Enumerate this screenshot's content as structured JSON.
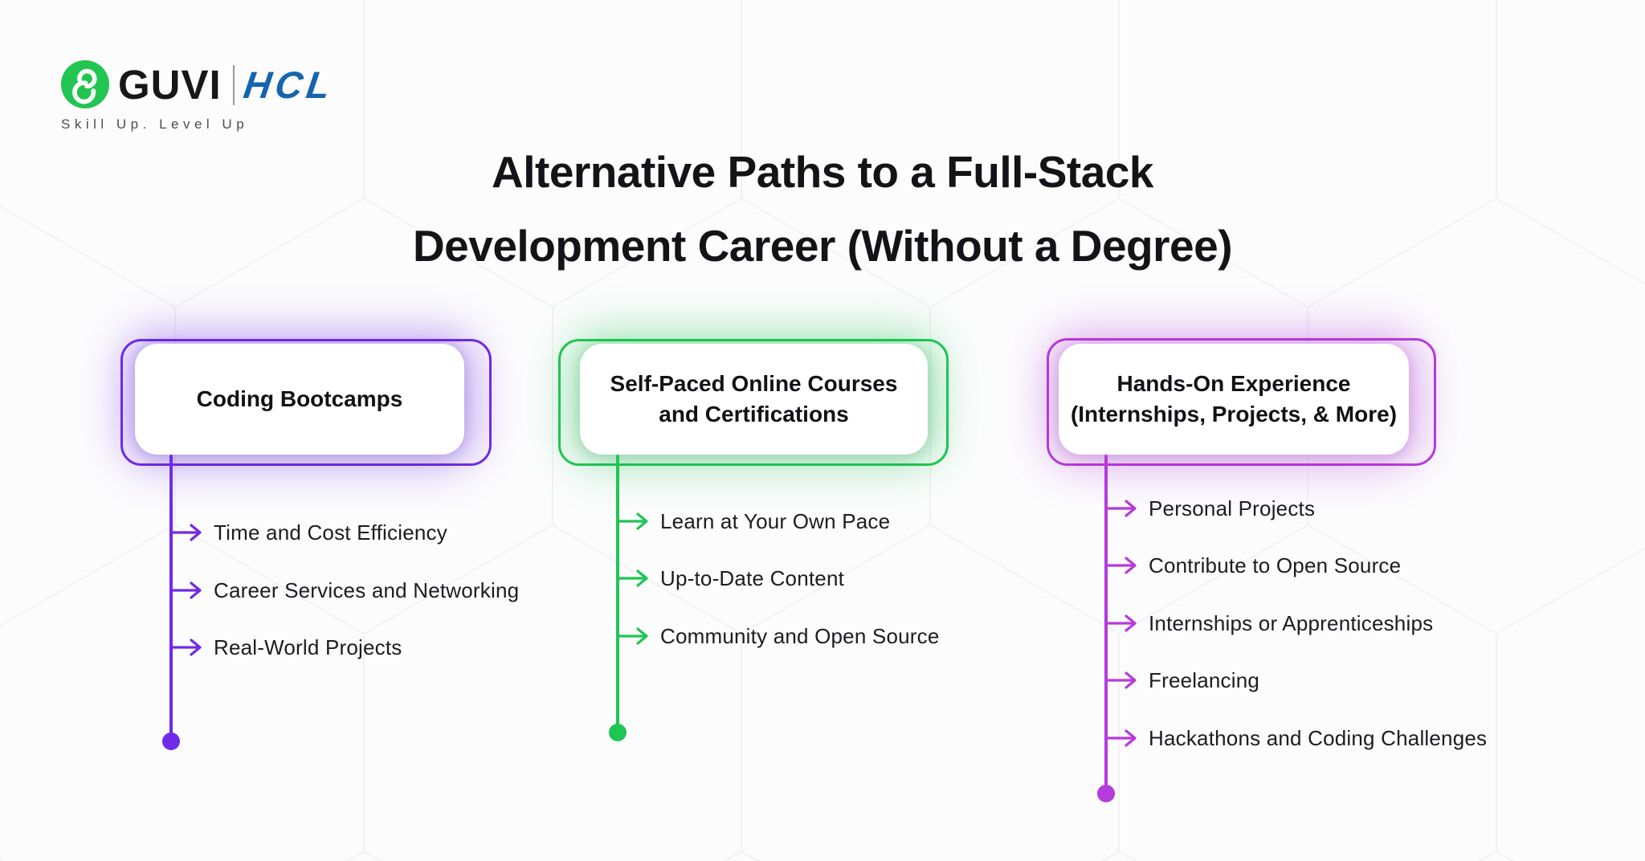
{
  "brand": {
    "guvi": "GUVI",
    "partner": "HCL",
    "tagline": "Skill Up. Level Up",
    "guvi_green": "#22C552",
    "hcl_blue": "#1664AF",
    "logo_icon": "guvi-g-loop-icon"
  },
  "title": {
    "line1": "Alternative Paths to a Full-Stack",
    "line2": "Development Career (Without a Degree)"
  },
  "columns": [
    {
      "name": "coding-bootcamps",
      "accent": "#6F2BE8",
      "label_lines": [
        "Coding Bootcamps"
      ],
      "items": [
        "Time and Cost Efficiency",
        "Career Services and Networking",
        "Real-World Projects"
      ]
    },
    {
      "name": "self-paced-online-courses",
      "accent": "#1EC653",
      "label_lines": [
        "Self-Paced Online Courses",
        "and Certifications"
      ],
      "items": [
        "Learn at Your Own Pace",
        "Up-to-Date Content",
        "Community and Open Source"
      ]
    },
    {
      "name": "hands-on-experience",
      "accent": "#B63ADC",
      "label_lines": [
        "Hands-On Experience",
        "(Internships, Projects, & More)"
      ],
      "items": [
        "Personal Projects",
        "Contribute to Open Source",
        "Internships or Apprenticeships",
        "Freelancing",
        "Hackathons and Coding Challenges"
      ]
    }
  ],
  "icons": {
    "branch": "arrow-right-icon",
    "terminator": "timeline-dot-icon"
  }
}
